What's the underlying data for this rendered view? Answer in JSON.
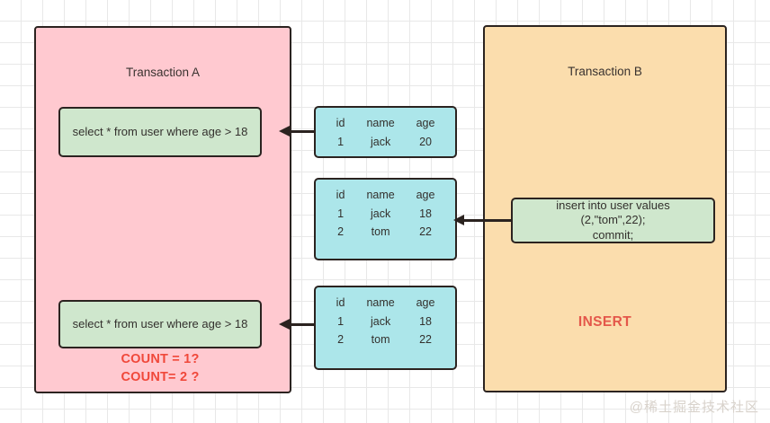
{
  "diagram": {
    "watermark": "@稀土掘金技术社区",
    "panels": {
      "a": {
        "title": "Transaction A",
        "color": "#ffc9d0"
      },
      "b": {
        "title": "Transaction B",
        "color": "#fbddad"
      }
    },
    "statements": {
      "a_first": "select  * from user where age > 18",
      "a_second": "select  * from user where age > 18",
      "b_insert_line1": "insert into user values",
      "b_insert_line2": "(2,\"tom\",22);",
      "b_insert_line3": "commit;"
    },
    "tables": {
      "headers": [
        "id",
        "name",
        "age"
      ],
      "first": {
        "rows": [
          [
            "1",
            "jack",
            "20"
          ]
        ]
      },
      "second": {
        "rows": [
          [
            "1",
            "jack",
            "18"
          ],
          [
            "2",
            "tom",
            "22"
          ]
        ]
      },
      "third": {
        "rows": [
          [
            "1",
            "jack",
            "18"
          ],
          [
            "2",
            "tom",
            "22"
          ]
        ]
      }
    },
    "annotations": {
      "count_line1": "COUNT = 1?",
      "count_line2": "COUNT= 2 ?",
      "insert_label": "INSERT",
      "accent_red": "#f0483a"
    }
  }
}
